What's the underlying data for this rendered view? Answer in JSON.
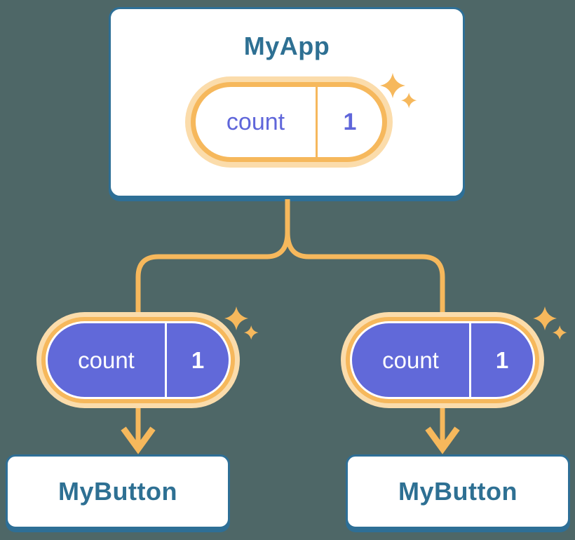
{
  "diagram": {
    "description": "React component tree sharing state: parent component holds state passed down as props to two child components",
    "colors": {
      "background": "#4e6767",
      "card_fill": "#ffffff",
      "card_border_blue": "#2e6f96",
      "title_blue": "#2e7093",
      "connector_orange": "#f6b85c",
      "halo_peach": "#fbdcab",
      "pill_purple": "#6169d9",
      "state_text_purple": "#5f66da"
    },
    "root": {
      "title": "MyApp",
      "pill": {
        "label": "count",
        "value": "1"
      }
    },
    "children": [
      {
        "title": "MyButton",
        "pill": {
          "label": "count",
          "value": "1"
        }
      },
      {
        "title": "MyButton",
        "pill": {
          "label": "count",
          "value": "1"
        }
      }
    ]
  }
}
